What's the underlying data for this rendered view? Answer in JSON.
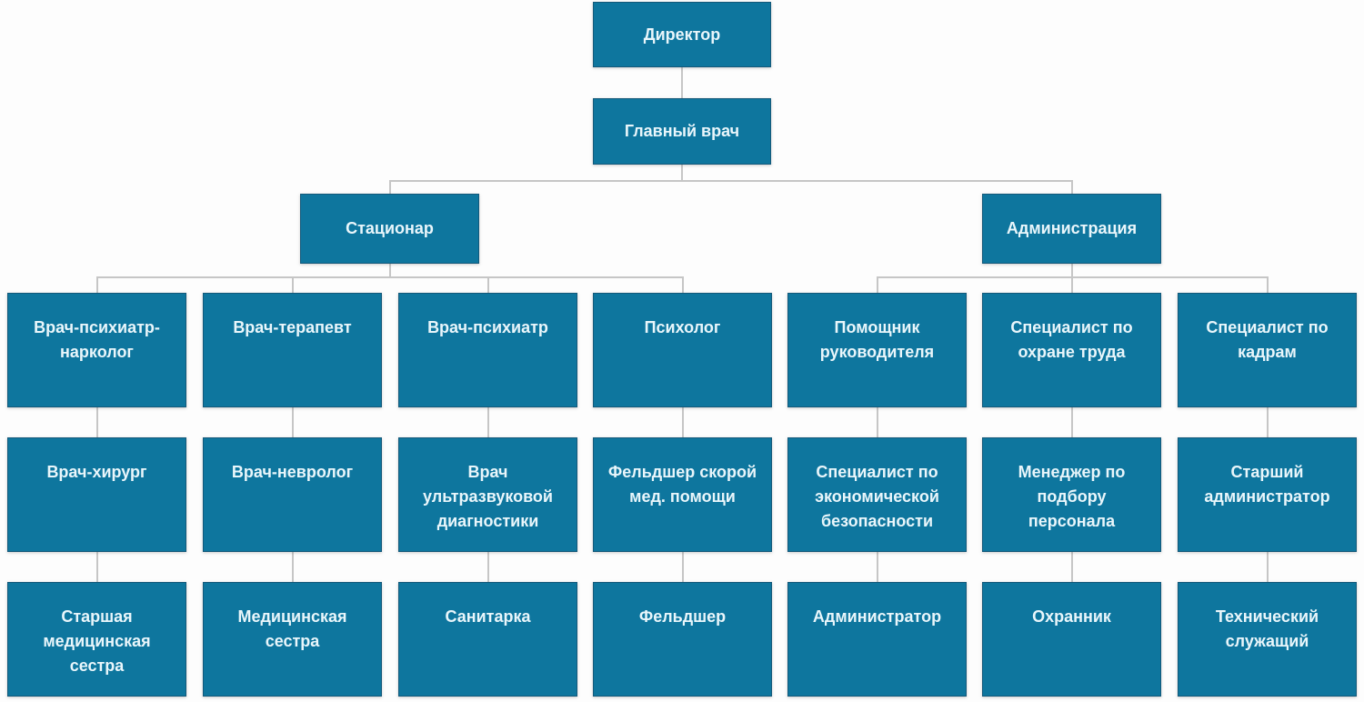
{
  "diagram": {
    "type": "org-chart",
    "language": "ru",
    "nodes": {
      "director": "Директор",
      "chief_doctor": "Главный врач",
      "branches": [
        {
          "label": "Стационар"
        },
        {
          "label": "Администрация"
        }
      ],
      "columns": [
        {
          "branch": "Стационар",
          "row1": "Врач-психиатр-нарколог",
          "row2": "Врач-хирург",
          "row3": "Старшая медицинская сестра"
        },
        {
          "branch": "Стационар",
          "row1": "Врач-терапевт",
          "row2": "Врач-невролог",
          "row3": "Медицинская сестра"
        },
        {
          "branch": "Стационар",
          "row1": "Врач-психиатр",
          "row2": "Врач ультразвуковой диагностики",
          "row3": "Санитарка"
        },
        {
          "branch": "Стационар",
          "row1": "Психолог",
          "row2": "Фельдшер скорой мед. помощи",
          "row3": "Фельдшер"
        },
        {
          "branch": "Администрация",
          "row1": "Помощник руководителя",
          "row2": "Специалист по экономической безопасности",
          "row3": "Администратор"
        },
        {
          "branch": "Администрация",
          "row1": "Специалист по охране труда",
          "row2": "Менеджер по подбору персонала",
          "row3": "Охранник"
        },
        {
          "branch": "Администрация",
          "row1": "Специалист по кадрам",
          "row2": "Старший администратор",
          "row3": "Технический служащий"
        }
      ]
    },
    "colors": {
      "node_fill": "#0e769e",
      "node_border": "#14597a",
      "node_text": "#e9f6fb",
      "connector": "#c6c6c6",
      "background": "#fdfdfd"
    }
  }
}
